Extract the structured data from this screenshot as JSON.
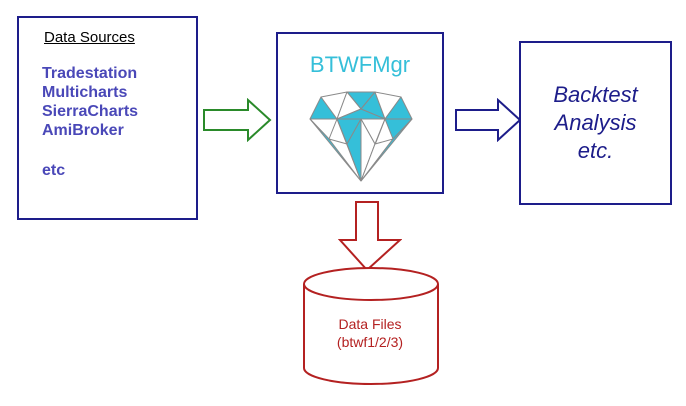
{
  "sources": {
    "title": "Data Sources",
    "items": [
      "Tradestation",
      "Multicharts",
      "SierraCharts",
      "AmiBroker",
      "etc"
    ]
  },
  "manager": {
    "title": "BTWFMgr",
    "icon": "diamond-icon"
  },
  "analysis": {
    "lines": [
      "Backtest",
      "Analysis",
      "etc."
    ]
  },
  "data_files": {
    "lines": [
      "Data Files",
      "(btwf1/2/3)"
    ],
    "icon": "database-cylinder"
  },
  "colors": {
    "box_border": "#1d1d8a",
    "source_text": "#4a48b8",
    "manager_title": "#35bfd9",
    "diamond_fill": "#35bfd9",
    "arrow_green": "#2a8a2a",
    "arrow_blue": "#1d1d8a",
    "arrow_red": "#b42121",
    "db_stroke": "#b42121"
  }
}
